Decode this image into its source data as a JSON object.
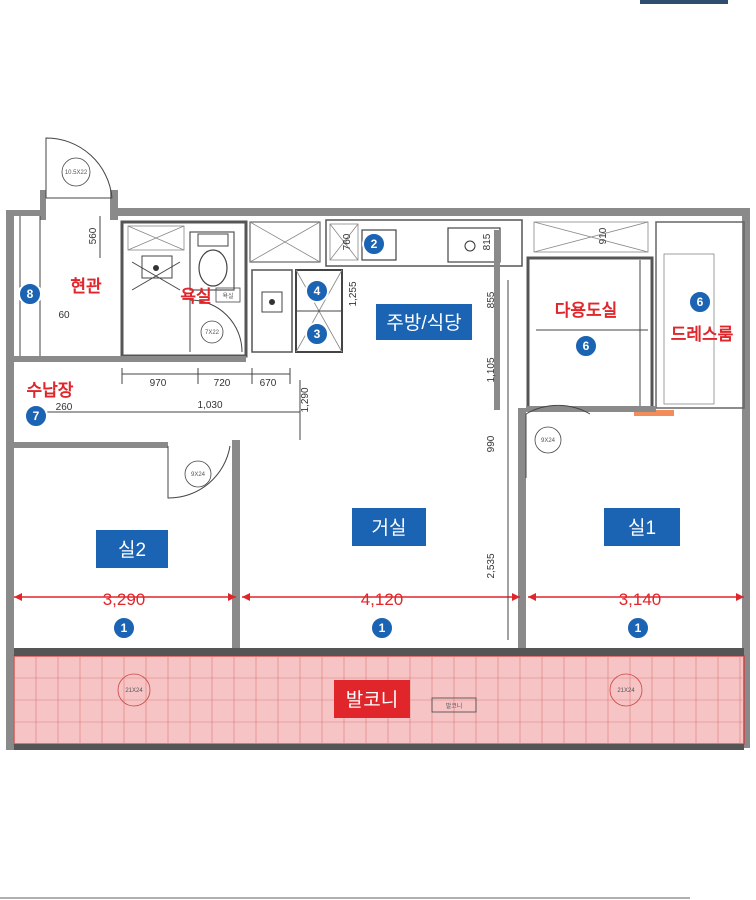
{
  "rooms": {
    "living": "거실",
    "room1": "실1",
    "room2": "실2",
    "kitchen": "주방/식당",
    "balcony": "발코니",
    "entrance": "현관",
    "bathroom": "욕실",
    "utility": "다용도실",
    "dressroom": "드레스룸",
    "storage": "수납장"
  },
  "dimensions": {
    "room2_width": "3,290",
    "living_width": "4,120",
    "room1_width": "3,140",
    "bath_w1": "970",
    "bath_w2": "720",
    "bath_w3": "670",
    "corr_w": "1,030",
    "corr_left": "260",
    "v_855": "855",
    "v_1105": "1,105",
    "v_990": "990",
    "v_2535": "2,535",
    "v_1290": "1,290",
    "v_560": "560",
    "v_60": "60",
    "v_760": "760",
    "v_815": "815",
    "v_910": "910",
    "v_1255": "1,255"
  },
  "markers": {
    "m1": "1",
    "m2": "2",
    "m3": "3",
    "m4": "4",
    "m6": "6",
    "m7": "7",
    "m8": "8"
  },
  "door_tags": {
    "entry_door": "10.5X22",
    "bath_door": "7X22",
    "room2_door": "9X24",
    "room1_door": "9X24",
    "balcony_door_left": "21X24",
    "balcony_door_right": "21X24",
    "bath_label": "욕실",
    "balcony_small": "발코니"
  },
  "colors": {
    "marker_blue": "#1b63b3",
    "label_red": "#e0262b",
    "balcony_fill": "#f6c4c4",
    "balcony_grid": "#e07a7a"
  }
}
